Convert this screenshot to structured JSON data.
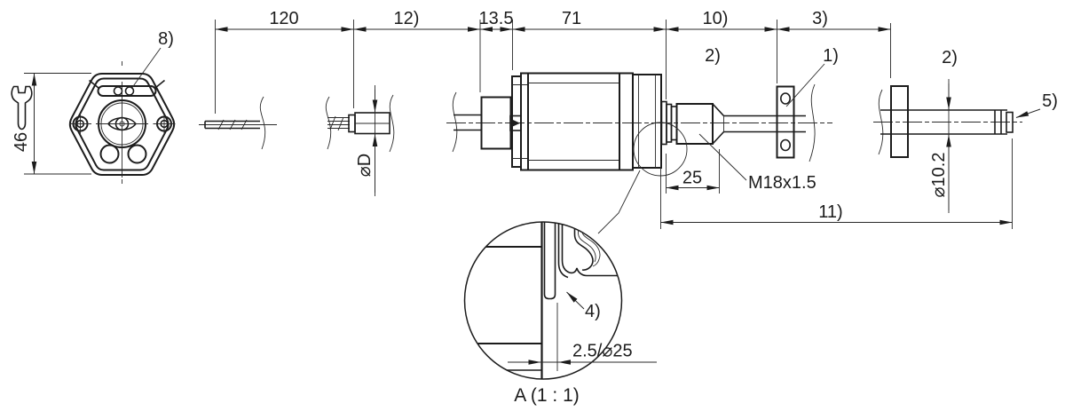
{
  "drawing": {
    "top_dims": [
      "120",
      "12)",
      "13.5",
      "71",
      "10)",
      "3)"
    ],
    "callouts": {
      "c8": "8)",
      "c2a": "2)",
      "c1": "1)",
      "c2b": "2)",
      "c5": "5)",
      "c4": "4)",
      "c11": "11)"
    },
    "dims": {
      "af": "46",
      "cable": "⌀D",
      "thread_len": "25",
      "thread": "M18x1.5",
      "rod": "⌀10.2",
      "step": "2.5/⌀25",
      "caption": "A (1 : 1)"
    },
    "line_color": "#1c1c1c"
  }
}
